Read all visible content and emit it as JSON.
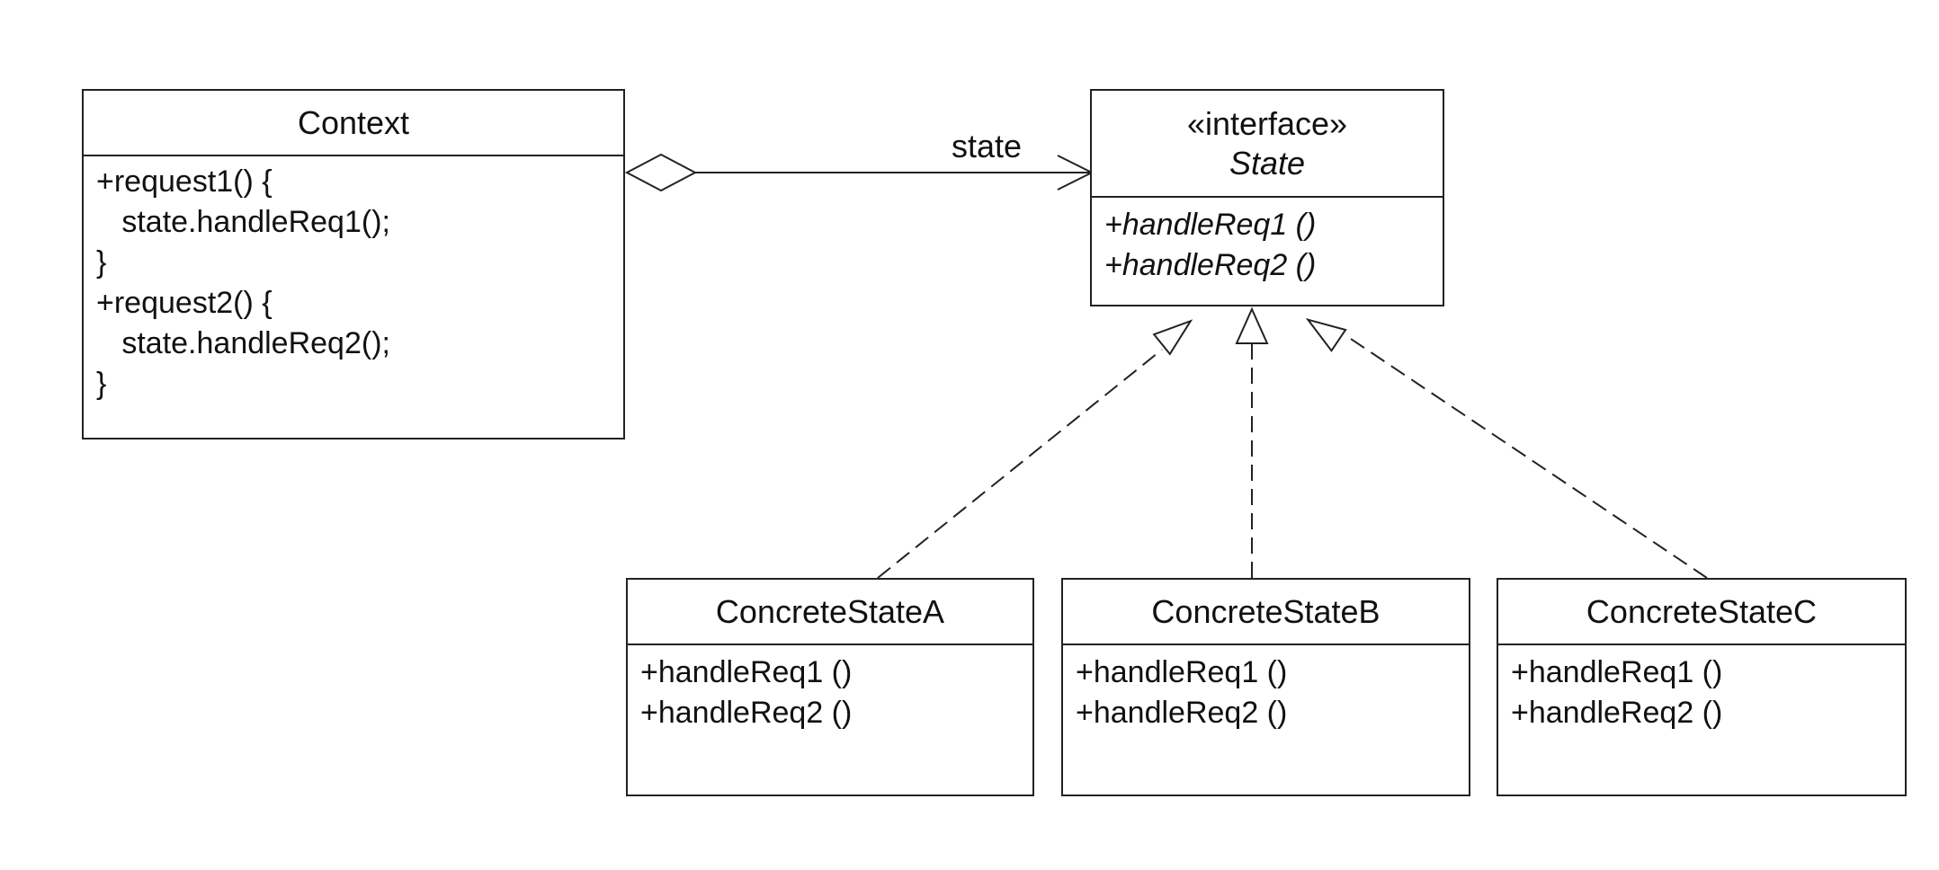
{
  "context": {
    "name": "Context",
    "body_lines": [
      "+request1() {",
      "   state.handleReq1();",
      "}",
      "+request2() {",
      "   state.handleReq2();",
      "}"
    ]
  },
  "state_interface": {
    "stereotype": "«interface»",
    "name": "State",
    "operations": [
      "+handleReq1 ()",
      "+handleReq2 ()"
    ]
  },
  "association": {
    "label": "state"
  },
  "concrete_states": [
    {
      "name": "ConcreteStateA",
      "operations": [
        "+handleReq1 ()",
        "+handleReq2 ()"
      ]
    },
    {
      "name": "ConcreteStateB",
      "operations": [
        "+handleReq1 ()",
        "+handleReq2 ()"
      ]
    },
    {
      "name": "ConcreteStateC",
      "operations": [
        "+handleReq1 ()",
        "+handleReq2 ()"
      ]
    }
  ]
}
